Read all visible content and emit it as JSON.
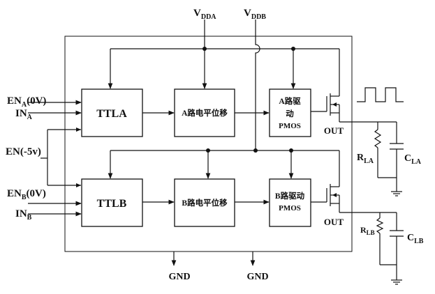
{
  "supplies": {
    "vdda": {
      "main": "V",
      "sub": "DDA"
    },
    "vddb": {
      "main": "V",
      "sub": "DDB"
    }
  },
  "inputs": {
    "en_a": {
      "main": "EN",
      "sub": "A",
      "suffix": "(0V)"
    },
    "in_a": {
      "main": "IN",
      "sub": "A"
    },
    "en": {
      "text": "EN(-5v)"
    },
    "en_b": {
      "main": "EN",
      "sub": "B",
      "suffix": "(0V)"
    },
    "in_b": {
      "main": "IN",
      "sub": "B"
    }
  },
  "blocks": {
    "ttla": "TTLA",
    "ttlb": "TTLB",
    "level_shift_a": "A路电平位移",
    "level_shift_b": "B路电平位移",
    "driver_a_line1": "A路驱",
    "driver_a_line2": "动",
    "driver_a_line3": "PMOS",
    "driver_b_line1": "B路驱动",
    "driver_b_line2": "PMOS"
  },
  "outputs": {
    "out_a": "OUT",
    "out_b": "OUT"
  },
  "loads": {
    "r_la": {
      "main": "R",
      "sub": "LA"
    },
    "c_la": {
      "main": "C",
      "sub": "LA"
    },
    "r_lb": {
      "main": "R",
      "sub": "LB"
    },
    "c_lb": {
      "main": "C",
      "sub": "LB"
    }
  },
  "ground": {
    "gnd_left": "GND",
    "gnd_right": "GND"
  },
  "icons": {
    "pmos": "pmos-transistor-icon",
    "resistor": "resistor-icon",
    "capacitor": "capacitor-icon",
    "ground": "ground-icon",
    "waveform": "square-wave-icon"
  }
}
